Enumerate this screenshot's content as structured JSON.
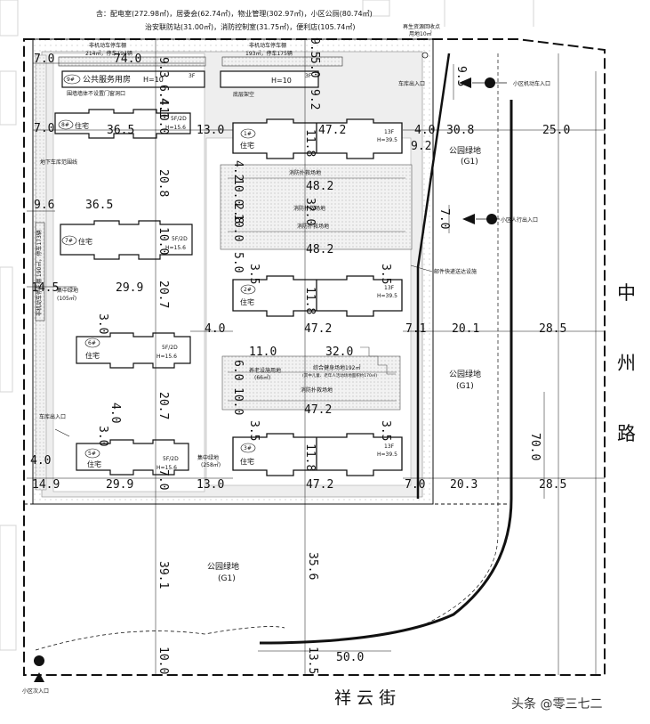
{
  "header": {
    "line1": "含：配电室(272.98㎡)，居委会(62.74㎡)，物业管理(302.97㎡)，小区公厕(80.74㎡)",
    "line2": "治安联防站(31.00㎡)，消防控制室(31.75㎡)，便利店(105.74㎡)"
  },
  "recycle_note": {
    "line1": "再生资源回收点",
    "line2": "用地10㎡"
  },
  "bike_sheds": [
    {
      "line1": "非机动车停车棚",
      "line2": "214㎡，停车194辆"
    },
    {
      "line1": "非机动车停车棚",
      "line2": "193㎡，停车175辆"
    }
  ],
  "buildings": {
    "b9": {
      "num": "9#",
      "name": "公共服务用房",
      "height": "H=10",
      "floors": "3F"
    },
    "b9b": {
      "height": "H=10",
      "floors": "3F"
    },
    "b8": {
      "num": "8#",
      "name": "住宅",
      "floors": "5F/2D",
      "height": "H=15.6"
    },
    "b7": {
      "num": "7#",
      "name": "住宅",
      "floors": "5F/2D",
      "height": "H=15.6"
    },
    "b6": {
      "num": "6#",
      "name": "住宅",
      "floors": "5F/2D",
      "height": "H=15.6"
    },
    "b5": {
      "num": "5#",
      "name": "住宅",
      "floors": "5F/2D",
      "height": "H=15.6"
    },
    "b1": {
      "num": "1#",
      "name": "住宅",
      "floors": "13F",
      "height": "H=39.5"
    },
    "b2": {
      "num": "2#",
      "name": "住宅",
      "floors": "13F",
      "height": "H=39.5"
    },
    "b3": {
      "num": "3#",
      "name": "住宅",
      "floors": "13F",
      "height": "H=39.5"
    }
  },
  "labels": {
    "fence_note": "围墙墙体不设置门窗洞口",
    "overhead": "底层架空",
    "basement_outline": "地下车库范围线",
    "fire_lane": "消防扑救场地",
    "fire_lane2": "消防扑救场地",
    "fire_lane3": "消防扑救场地",
    "fire_lane4": "消防扑救场地",
    "green_concentrated": "集中绿地",
    "green_area": "(105㎡)",
    "green_concentrated2": "集中绿地",
    "green_area2": "(258㎡)",
    "elderly": "养老设施用地",
    "elderly_area": "(66㎡)",
    "fitness": "综合健身场地192㎡",
    "fitness_sub": "(其中儿童、老年人活动场地面积约170㎡)",
    "delivery": "邮件快递送达设施",
    "bike_side": "非机动车停车棚 190㎡，停车173辆",
    "garage_entry_top": "车库出入口",
    "garage_entry_left": "车库出入口",
    "vehicle_entry": "小区机动车入口",
    "ped_entry": "小区人行出入口",
    "secondary_entry": "小区次入口",
    "park_top_1": "公园绿地",
    "park_top_2": "(G1)",
    "park_mid_1": "公园绿地",
    "park_mid_2": "(G1)",
    "park_bot_1": "公园绿地",
    "park_bot_2": "(G1)"
  },
  "roads": {
    "east": [
      "中",
      "州",
      "路"
    ],
    "south": "祥  云  街"
  },
  "watermark": "头条 @零三七二",
  "dimensions": {
    "d7_0a": "7.0",
    "d74_0": "74.0",
    "d9_3": "9.3",
    "d5_0a": "5.0",
    "d9_5a": "9.5",
    "d9_5b": "9.5",
    "d6_4": "6.4",
    "d10_0a": "10.0",
    "d4_1": "4.1",
    "d9_2a": "9.2",
    "d7_0b": "7.0",
    "d36_5a": "36.5",
    "d13_0a": "13.0",
    "d47_2a": "47.2",
    "d4_0a": "4.0",
    "d30_8": "30.8",
    "d25_0": "25.0",
    "d9_2b": "9.2",
    "d11_8a": "11.8",
    "d20_8": "20.8",
    "d4_2": "4.2",
    "d10_0b": "10.0",
    "d48_2a": "48.2",
    "d9_6": "9.6",
    "d36_5b": "36.5",
    "d32_0a": "32.0",
    "d10_0c": "10.0",
    "d2_8": "2.8",
    "d10_0d": "10.0",
    "d48_2b": "48.2",
    "d7_0c": "7.0",
    "d5_0b": "5.0",
    "d3_5a": "3.5",
    "d3_5b": "3.5",
    "d14_5": "14.5",
    "d29_9a": "29.9",
    "d11_8b": "11.8",
    "d20_7a": "20.7",
    "d4_0b": "4.0",
    "d47_2b": "47.2",
    "d7_1": "7.1",
    "d20_1": "20.1",
    "d28_5a": "28.5",
    "d3_0a": "3.0",
    "d11_0": "11.0",
    "d32_0b": "32.0",
    "d10_0e": "10.0",
    "d6_0": "6.0",
    "d47_2c": "47.2",
    "d20_7b": "20.7",
    "d4_0c": "4.0",
    "d3_5c": "3.5",
    "d3_5d": "3.5",
    "d3_0b": "3.0",
    "d4_0d": "4.0",
    "d11_8c": "11.8",
    "d70_0": "70.0",
    "d14_9": "14.9",
    "d29_9b": "29.9",
    "d7_0d": "7.0",
    "d13_0b": "13.0",
    "d47_2d": "47.2",
    "d7_0e": "7.0",
    "d20_3": "20.3",
    "d28_5b": "28.5",
    "d39_1": "39.1",
    "d35_6": "35.6",
    "d10_0f": "10.0",
    "d13_5": "13.5",
    "d50_0": "50.0"
  },
  "colors": {
    "line": "#111111",
    "building_fill": "#ffffff",
    "paved": "#e2e2e2",
    "dashed": "#111111"
  }
}
